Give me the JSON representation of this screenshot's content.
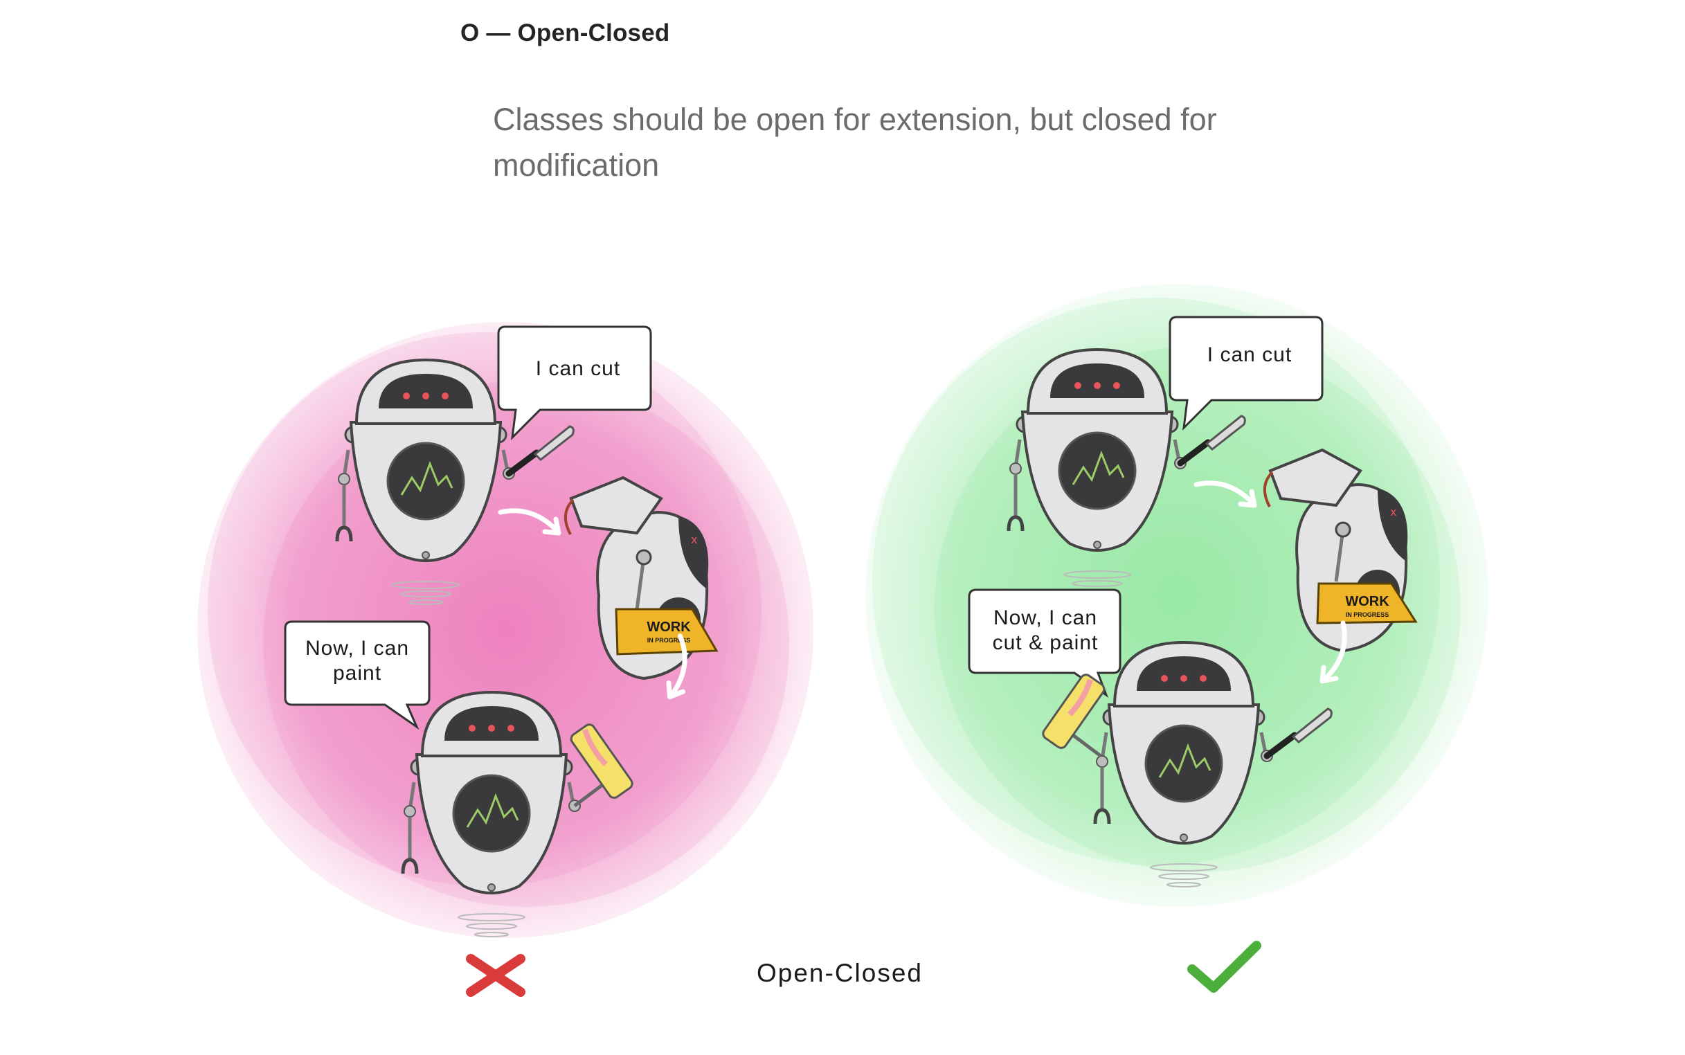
{
  "heading": "O — Open-Closed",
  "quote": "Classes should be open for extension, but closed for modification",
  "left_panel": {
    "bubble_top": "I can cut",
    "bubble_bottom": [
      "Now, I can",
      "paint"
    ],
    "sign": [
      "WORK",
      "IN PROGRESS"
    ],
    "verdict": "cross-icon",
    "color": "#ec6fb4"
  },
  "right_panel": {
    "bubble_top": "I can cut",
    "bubble_bottom": [
      "Now, I can",
      "cut & paint"
    ],
    "sign": [
      "WORK",
      "IN PROGRESS"
    ],
    "verdict": "check-icon",
    "color": "#7fe38f"
  },
  "caption": "Open-Closed",
  "colors": {
    "cross": "#d93b3b",
    "check": "#4caf3c",
    "robot_dark": "#3a3a3c",
    "robot_body": "#e4e4e6",
    "sign": "#f0b429"
  }
}
